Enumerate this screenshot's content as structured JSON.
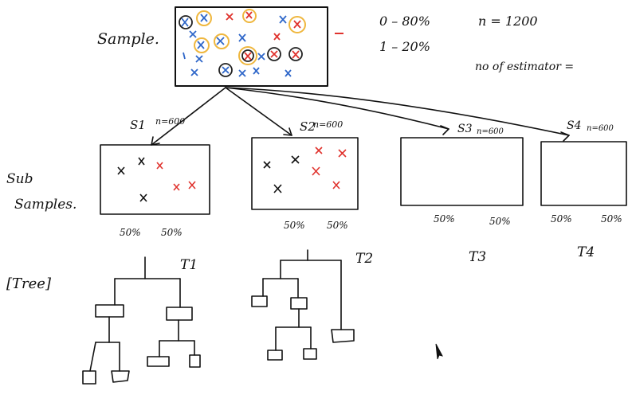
{
  "labels": {
    "sample": "Sample.",
    "sub_samples_line1": "Sub",
    "sub_samples_line2": "Samples.",
    "tree": "[Tree]"
  },
  "class_split": {
    "zero": "0 – 80%",
    "one": "1 – 20%",
    "n_total": "n = 1200",
    "estimators": "no of estimator ="
  },
  "subsamples": [
    {
      "name": "S1",
      "n": "n=600",
      "left_pct": "50%",
      "right_pct": "50%"
    },
    {
      "name": "S2",
      "n": "n=600",
      "left_pct": "50%",
      "right_pct": "50%"
    },
    {
      "name": "S3",
      "n": "n=600",
      "left_pct": "50%",
      "right_pct": "50%"
    },
    {
      "name": "S4",
      "n": "n=600",
      "left_pct": "50%",
      "right_pct": "50%"
    }
  ],
  "trees": [
    "T1",
    "T2",
    "T3",
    "T4"
  ],
  "colors": {
    "ink": "#111111",
    "red": "#e0332e",
    "blue": "#2f67c9",
    "yellow_circle": "#efb73e",
    "dark_circle": "#222222"
  }
}
